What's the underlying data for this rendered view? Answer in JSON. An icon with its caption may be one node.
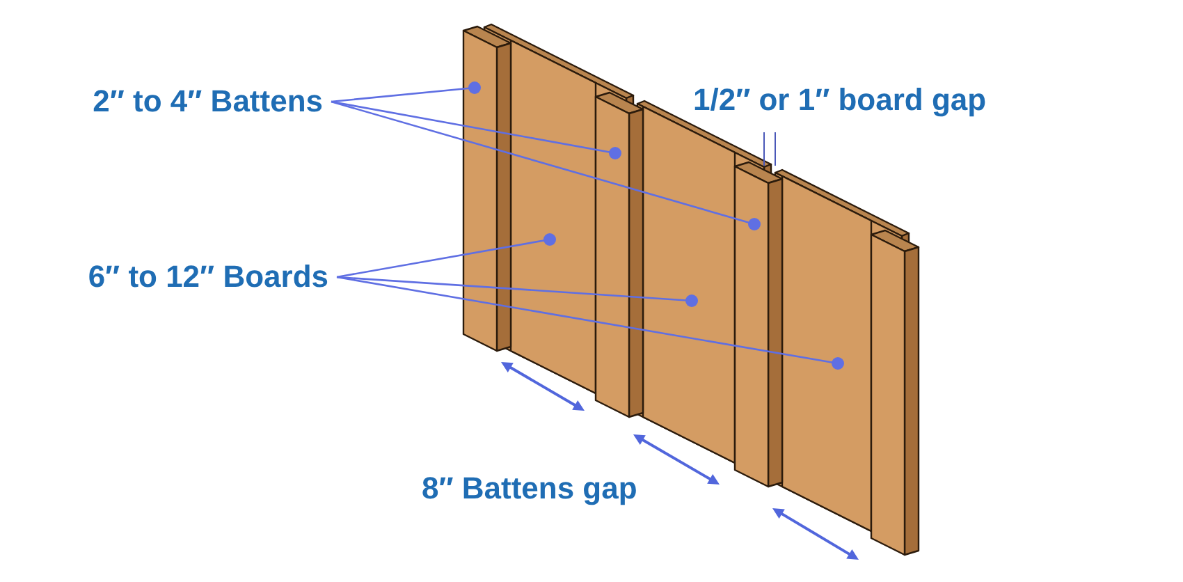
{
  "diagram": {
    "nodes": [
      {
        "text": [
          "2″ to 4″ Battens"
        ]
      },
      {
        "text": [],
        "shape": "bar"
      },
      {
        "text": [],
        "shape": "bar"
      },
      {
        "text": [],
        "shape": "bar"
      },
      {
        "text": [
          "6″ to 12″ Boards"
        ]
      },
      {
        "text": [],
        "shape": "box"
      },
      {
        "text": [],
        "shape": "box"
      },
      {
        "text": [],
        "shape": "box"
      }
    ],
    "edges": [
      {
        "from": 0,
        "to": 1,
        "arrow": "other"
      },
      {
        "from": 0,
        "to": 2,
        "arrow": "other"
      },
      {
        "from": 0,
        "to": 3,
        "arrow": "other"
      },
      {
        "from": 4,
        "to": 5,
        "arrow": "other"
      },
      {
        "from": 4,
        "to": 6,
        "arrow": "other"
      },
      {
        "from": 4,
        "to": 7,
        "arrow": "other"
      }
    ],
    "labels": [
      "1/2″ or 1″ board gap",
      "8″ Battens gap"
    ]
  }
}
